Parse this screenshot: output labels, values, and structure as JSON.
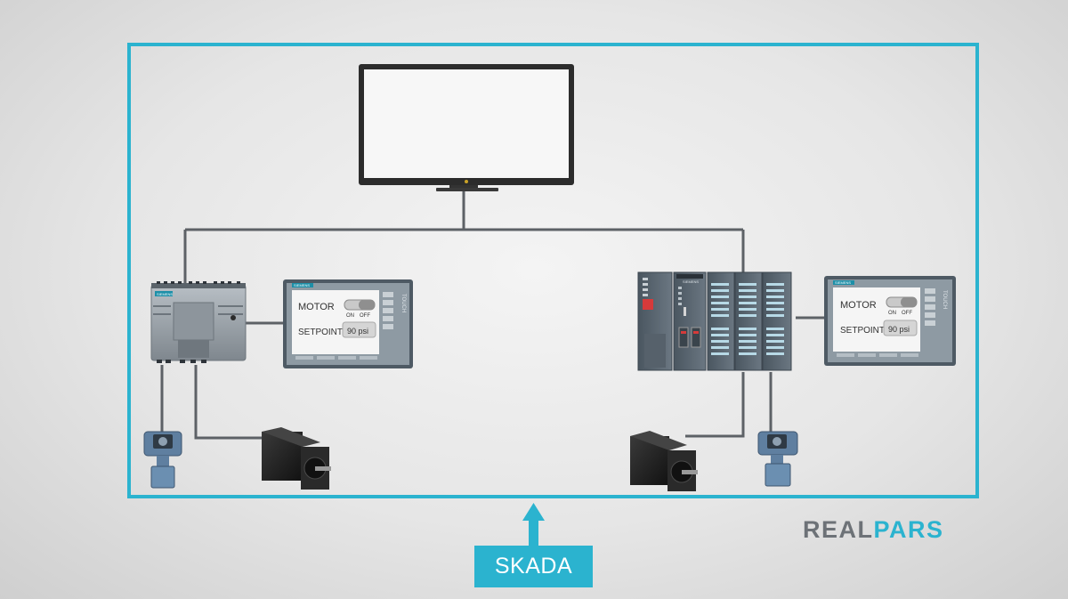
{
  "colors": {
    "frame": "#2bb3cf",
    "wire": "#5d6166",
    "plc_body": "#9aa3aa",
    "hmi_screen": "#f5f5f5",
    "logo_gray": "#6d7277",
    "logo_cyan": "#2bb3cf"
  },
  "hmi_left": {
    "brand": "SIEMENS",
    "side_label": "TOUCH",
    "motor_label": "MOTOR",
    "on_label": "ON",
    "off_label": "OFF",
    "setpoint_label": "SETPOINT",
    "setpoint_value": "90 psi"
  },
  "hmi_right": {
    "brand": "SIEMENS",
    "side_label": "TOUCH",
    "motor_label": "MOTOR",
    "on_label": "ON",
    "off_label": "OFF",
    "setpoint_label": "SETPOINT",
    "setpoint_value": "90 psi"
  },
  "plc_left": {
    "brand": "SIEMENS"
  },
  "plc_right": {
    "brand": "SIEMENS"
  },
  "arrow": {
    "label": "SKADA"
  },
  "logo": {
    "part1": "REAL",
    "part2": "PARS"
  },
  "icons": [
    "monitor-icon",
    "plc-compact-icon",
    "plc-rack-icon",
    "hmi-panel-icon",
    "servo-motor-icon",
    "pressure-transmitter-icon",
    "up-arrow-icon"
  ]
}
